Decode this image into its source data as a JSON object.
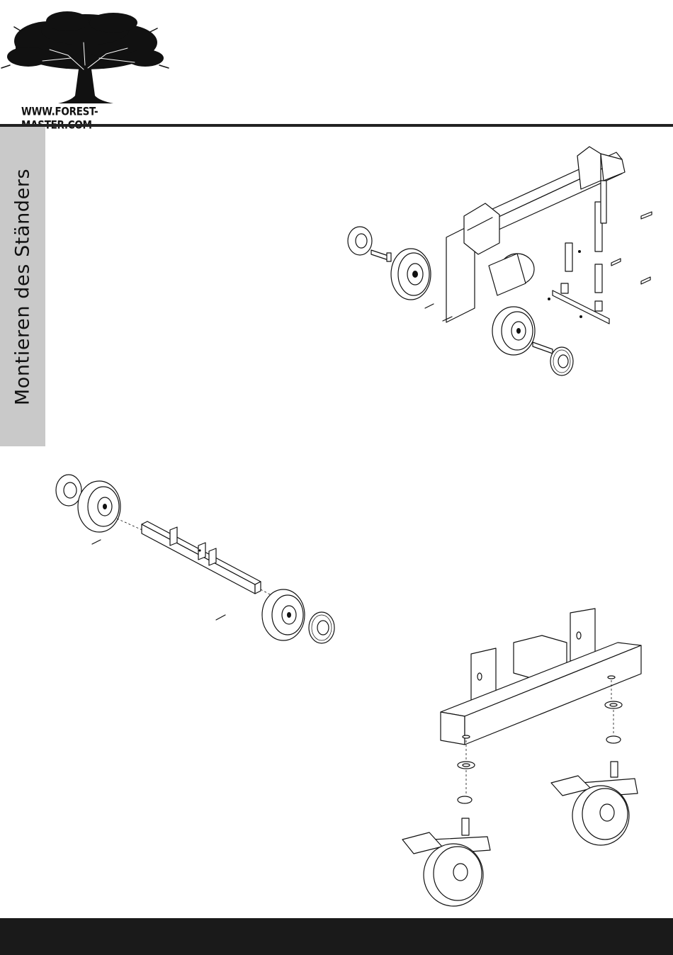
{
  "header": {
    "brand_url": "WWW.FOREST-MASTER.COM",
    "logo_icon": "tree-logo-icon"
  },
  "side_tab": {
    "label": "Montieren des Ständers",
    "color": "#c9c9c9"
  },
  "figures": {
    "splitter": "exploded-log-splitter-stand-illustration",
    "axle": "exploded-wheel-axle-illustration",
    "casters": "exploded-caster-wheels-illustration"
  },
  "footer": {
    "color": "#1a1a1a"
  }
}
